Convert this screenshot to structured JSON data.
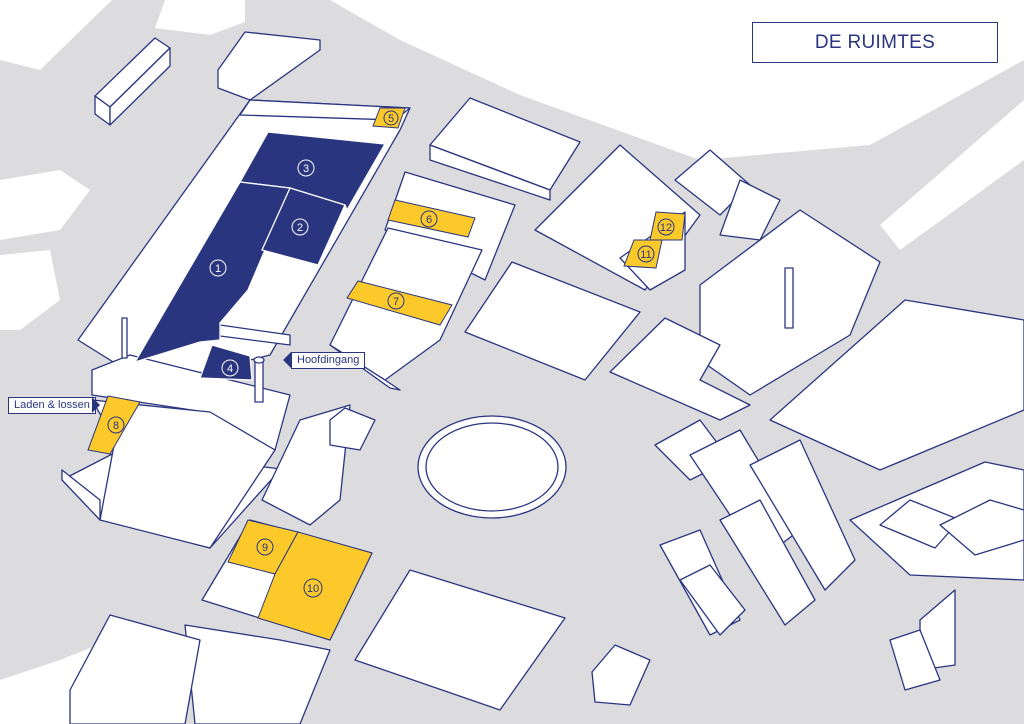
{
  "map": {
    "title": "DE RUIMTES",
    "labels": {
      "main_entrance": "Hoofdingang",
      "loading": "Laden & lossen"
    },
    "spaces": [
      {
        "id": "1",
        "label": "1",
        "color": "navy"
      },
      {
        "id": "2",
        "label": "2",
        "color": "navy"
      },
      {
        "id": "3",
        "label": "3",
        "color": "navy"
      },
      {
        "id": "4",
        "label": "4",
        "color": "navy"
      },
      {
        "id": "5",
        "label": "5",
        "color": "yellow"
      },
      {
        "id": "6",
        "label": "6",
        "color": "yellow"
      },
      {
        "id": "7",
        "label": "7",
        "color": "yellow"
      },
      {
        "id": "8",
        "label": "8",
        "color": "yellow"
      },
      {
        "id": "9",
        "label": "9",
        "color": "yellow"
      },
      {
        "id": "10",
        "label": "10",
        "color": "yellow"
      },
      {
        "id": "11",
        "label": "11",
        "color": "yellow"
      },
      {
        "id": "12",
        "label": "12",
        "color": "yellow"
      }
    ],
    "colors": {
      "road": "#dcdcde",
      "navy": "#2a3580",
      "yellow": "#fcc92b",
      "building": "#ffffff"
    }
  }
}
